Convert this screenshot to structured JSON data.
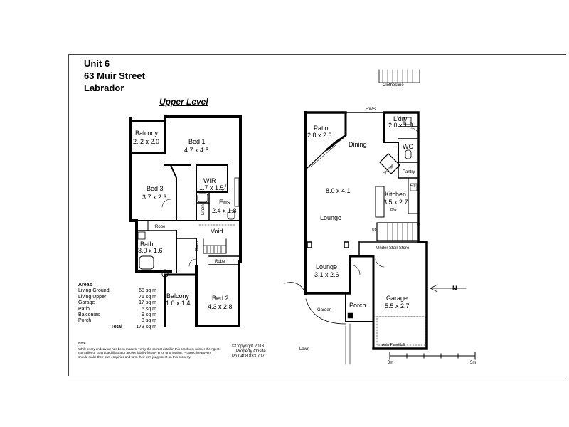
{
  "header": {
    "unit": "Unit 6",
    "street": "63 Muir Street",
    "suburb": "Labrador"
  },
  "upper_level": {
    "title": "Upper Level",
    "rooms": [
      {
        "name": "Balcony",
        "size": "2..2 x 2.0"
      },
      {
        "name": "Bed 1",
        "size": "4.7 x 4.5"
      },
      {
        "name": "Bed 3",
        "size": "3.7 x 2.3"
      },
      {
        "name": "WIR",
        "size": "1.7 x 1.5"
      },
      {
        "name": "Ens",
        "size": "2.4 x 1.8"
      },
      {
        "name": "Bath",
        "size": "3.0 x 1.6"
      },
      {
        "name": "Balcony",
        "size": "1.0 x 1.4"
      },
      {
        "name": "Bed 2",
        "size": "4.3 x 2.8"
      }
    ],
    "labels": {
      "robe1": "Robe",
      "robe2": "Robe",
      "linen": "Linen",
      "void": "Void",
      "down": "Down"
    }
  },
  "lower_level": {
    "rooms": [
      {
        "name": "Patio",
        "size": "2.8 x 2.3"
      },
      {
        "name": "L'dry",
        "size": "2.0 x 1.9"
      },
      {
        "name": "Dining",
        "size": ""
      },
      {
        "name": "WC",
        "size": ""
      },
      {
        "name": "Kitchen",
        "size": "3.5 x 2.7"
      },
      {
        "name": "Lounge",
        "size": "8.0 x 4.1"
      },
      {
        "name": "Lounge",
        "size": "3.1 x 2.6"
      },
      {
        "name": "Porch",
        "size": ""
      },
      {
        "name": "Garage",
        "size": "5.5 x 2.7"
      }
    ],
    "labels": {
      "clothesline": "Clothesline",
      "hws": "HWS",
      "storage": "Storage",
      "pantry": "Pantry",
      "frg": "Frg",
      "dw": "D/w",
      "up": "Up",
      "under_stair": "Under Stair Store",
      "garden": "Garden",
      "lawn": "Lawn",
      "auto_lift": "Auto Panel Lift"
    }
  },
  "areas": {
    "title": "Areas",
    "rows": [
      {
        "label": "Living Ground",
        "value": "68 sq m"
      },
      {
        "label": "Living Upper",
        "value": "71 sq m"
      },
      {
        "label": "Garage",
        "value": "17 sq m"
      },
      {
        "label": "Patio",
        "value": "5 sq m"
      },
      {
        "label": "Balconies",
        "value": "9 sq m"
      },
      {
        "label": "Porch",
        "value": "3 sq m"
      }
    ],
    "total_label": "Total",
    "total_value": "173 sq m"
  },
  "note": {
    "heading": "Note",
    "text": "While every endeavour has been made to verify the correct detail in this brochure, neither the Agent nor Seller or contracted illustrator accept liability for any error or omission. Prospective Buyers should make their own enquiries and form their own judgement on this property."
  },
  "credit": {
    "copyright": "©Copyright 2013",
    "company": "Property Onsite",
    "phone": "Ph:0408 833 707"
  },
  "compass": {
    "label": "N"
  },
  "scale": {
    "start": "0m",
    "end": "5m"
  }
}
